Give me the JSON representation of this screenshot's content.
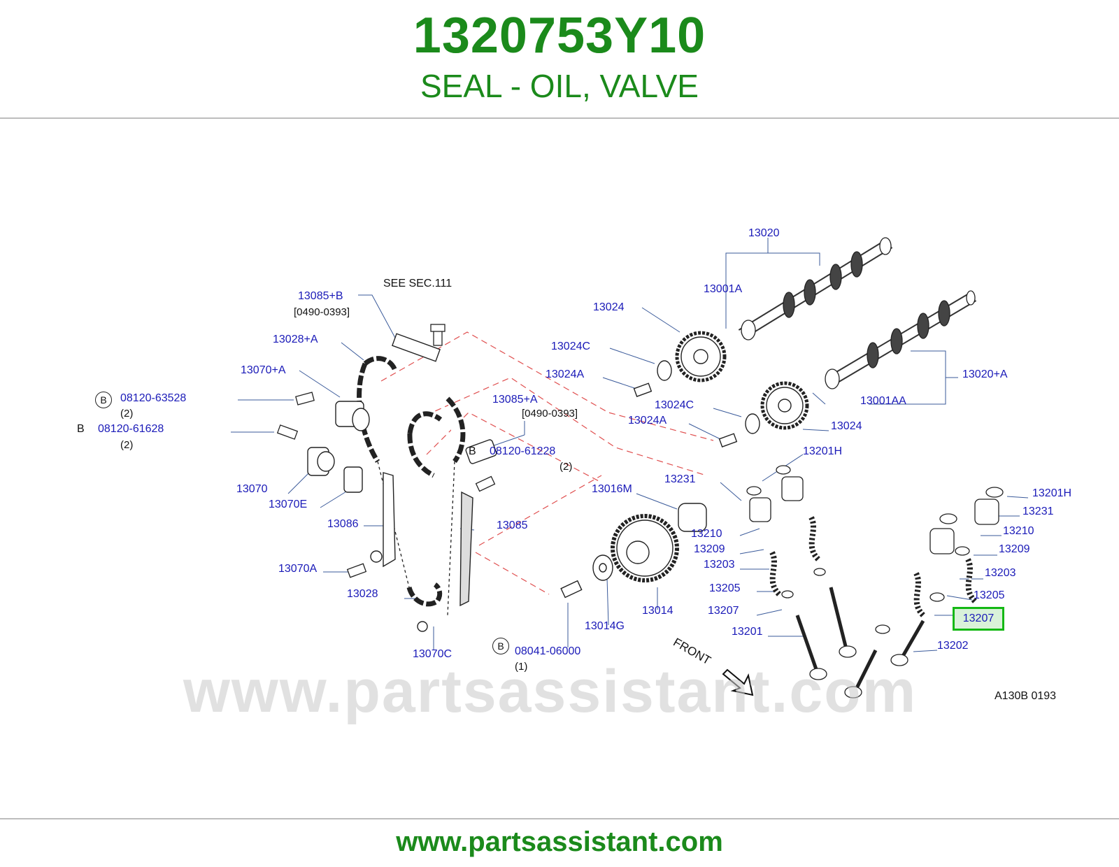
{
  "header": {
    "part_number": "1320753Y10",
    "part_name": "SEAL - OIL, VALVE"
  },
  "footer": {
    "url": "www.partsassistant.com"
  },
  "watermark": "www.partsassistant.com",
  "colors": {
    "brand_green": "#1b8a1b",
    "label_blue": "#1a1ab8",
    "highlight_green": "#14b814",
    "dash_red": "#e05050"
  },
  "diagram": {
    "see_note": "SEE   SEC.111",
    "front_label": "FRONT",
    "ref_code": "A130B   0193",
    "highlighted_part": "13207",
    "labels": {
      "l13020": "13020",
      "l13001A": "13001A",
      "l13024_top": "13024",
      "l13024C_top": "13024C",
      "l13024A_top": "13024A",
      "l13020A": "13020+A",
      "l13001AA": "13001AA",
      "l13024C_mid": "13024C",
      "l13024A_mid": "13024A",
      "l13024_mid": "13024",
      "l13085B": "13085+B",
      "l13085B_date": "[0490-0393]",
      "l13028A": "13028+A",
      "l13070A_plus": "13070+A",
      "l08120_63528": "08120-63528",
      "q2_a": "(2)",
      "l08120_61628": "08120-61628",
      "q2_b": "(2)",
      "l13085A": "13085+A",
      "l13085A_date": "[0490-0393]",
      "l08120_61228": "08120-61228",
      "q2_c": "(2)",
      "l13070": "13070",
      "l13070E": "13070E",
      "l13086": "13086",
      "l13085": "13085",
      "l13070A": "13070A",
      "l13028": "13028",
      "l13070C": "13070C",
      "l08041_06000": "08041-06000",
      "q1": "(1)",
      "l13016M": "13016M",
      "l13014G": "13014G",
      "l13014": "13014",
      "l13201H_mid": "13201H",
      "l13231_mid": "13231",
      "l13210_mid": "13210",
      "l13209_mid": "13209",
      "l13203_mid": "13203",
      "l13205_mid": "13205",
      "l13207_mid": "13207",
      "l13201": "13201",
      "l13201H_r": "13201H",
      "l13231_r": "13231",
      "l13210_r": "13210",
      "l13209_r": "13209",
      "l13203_r": "13203",
      "l13205_r": "13205",
      "l13202": "13202"
    },
    "b_marks": {
      "b1": "B",
      "b2": "B",
      "b3": "B",
      "b4": "B"
    }
  }
}
